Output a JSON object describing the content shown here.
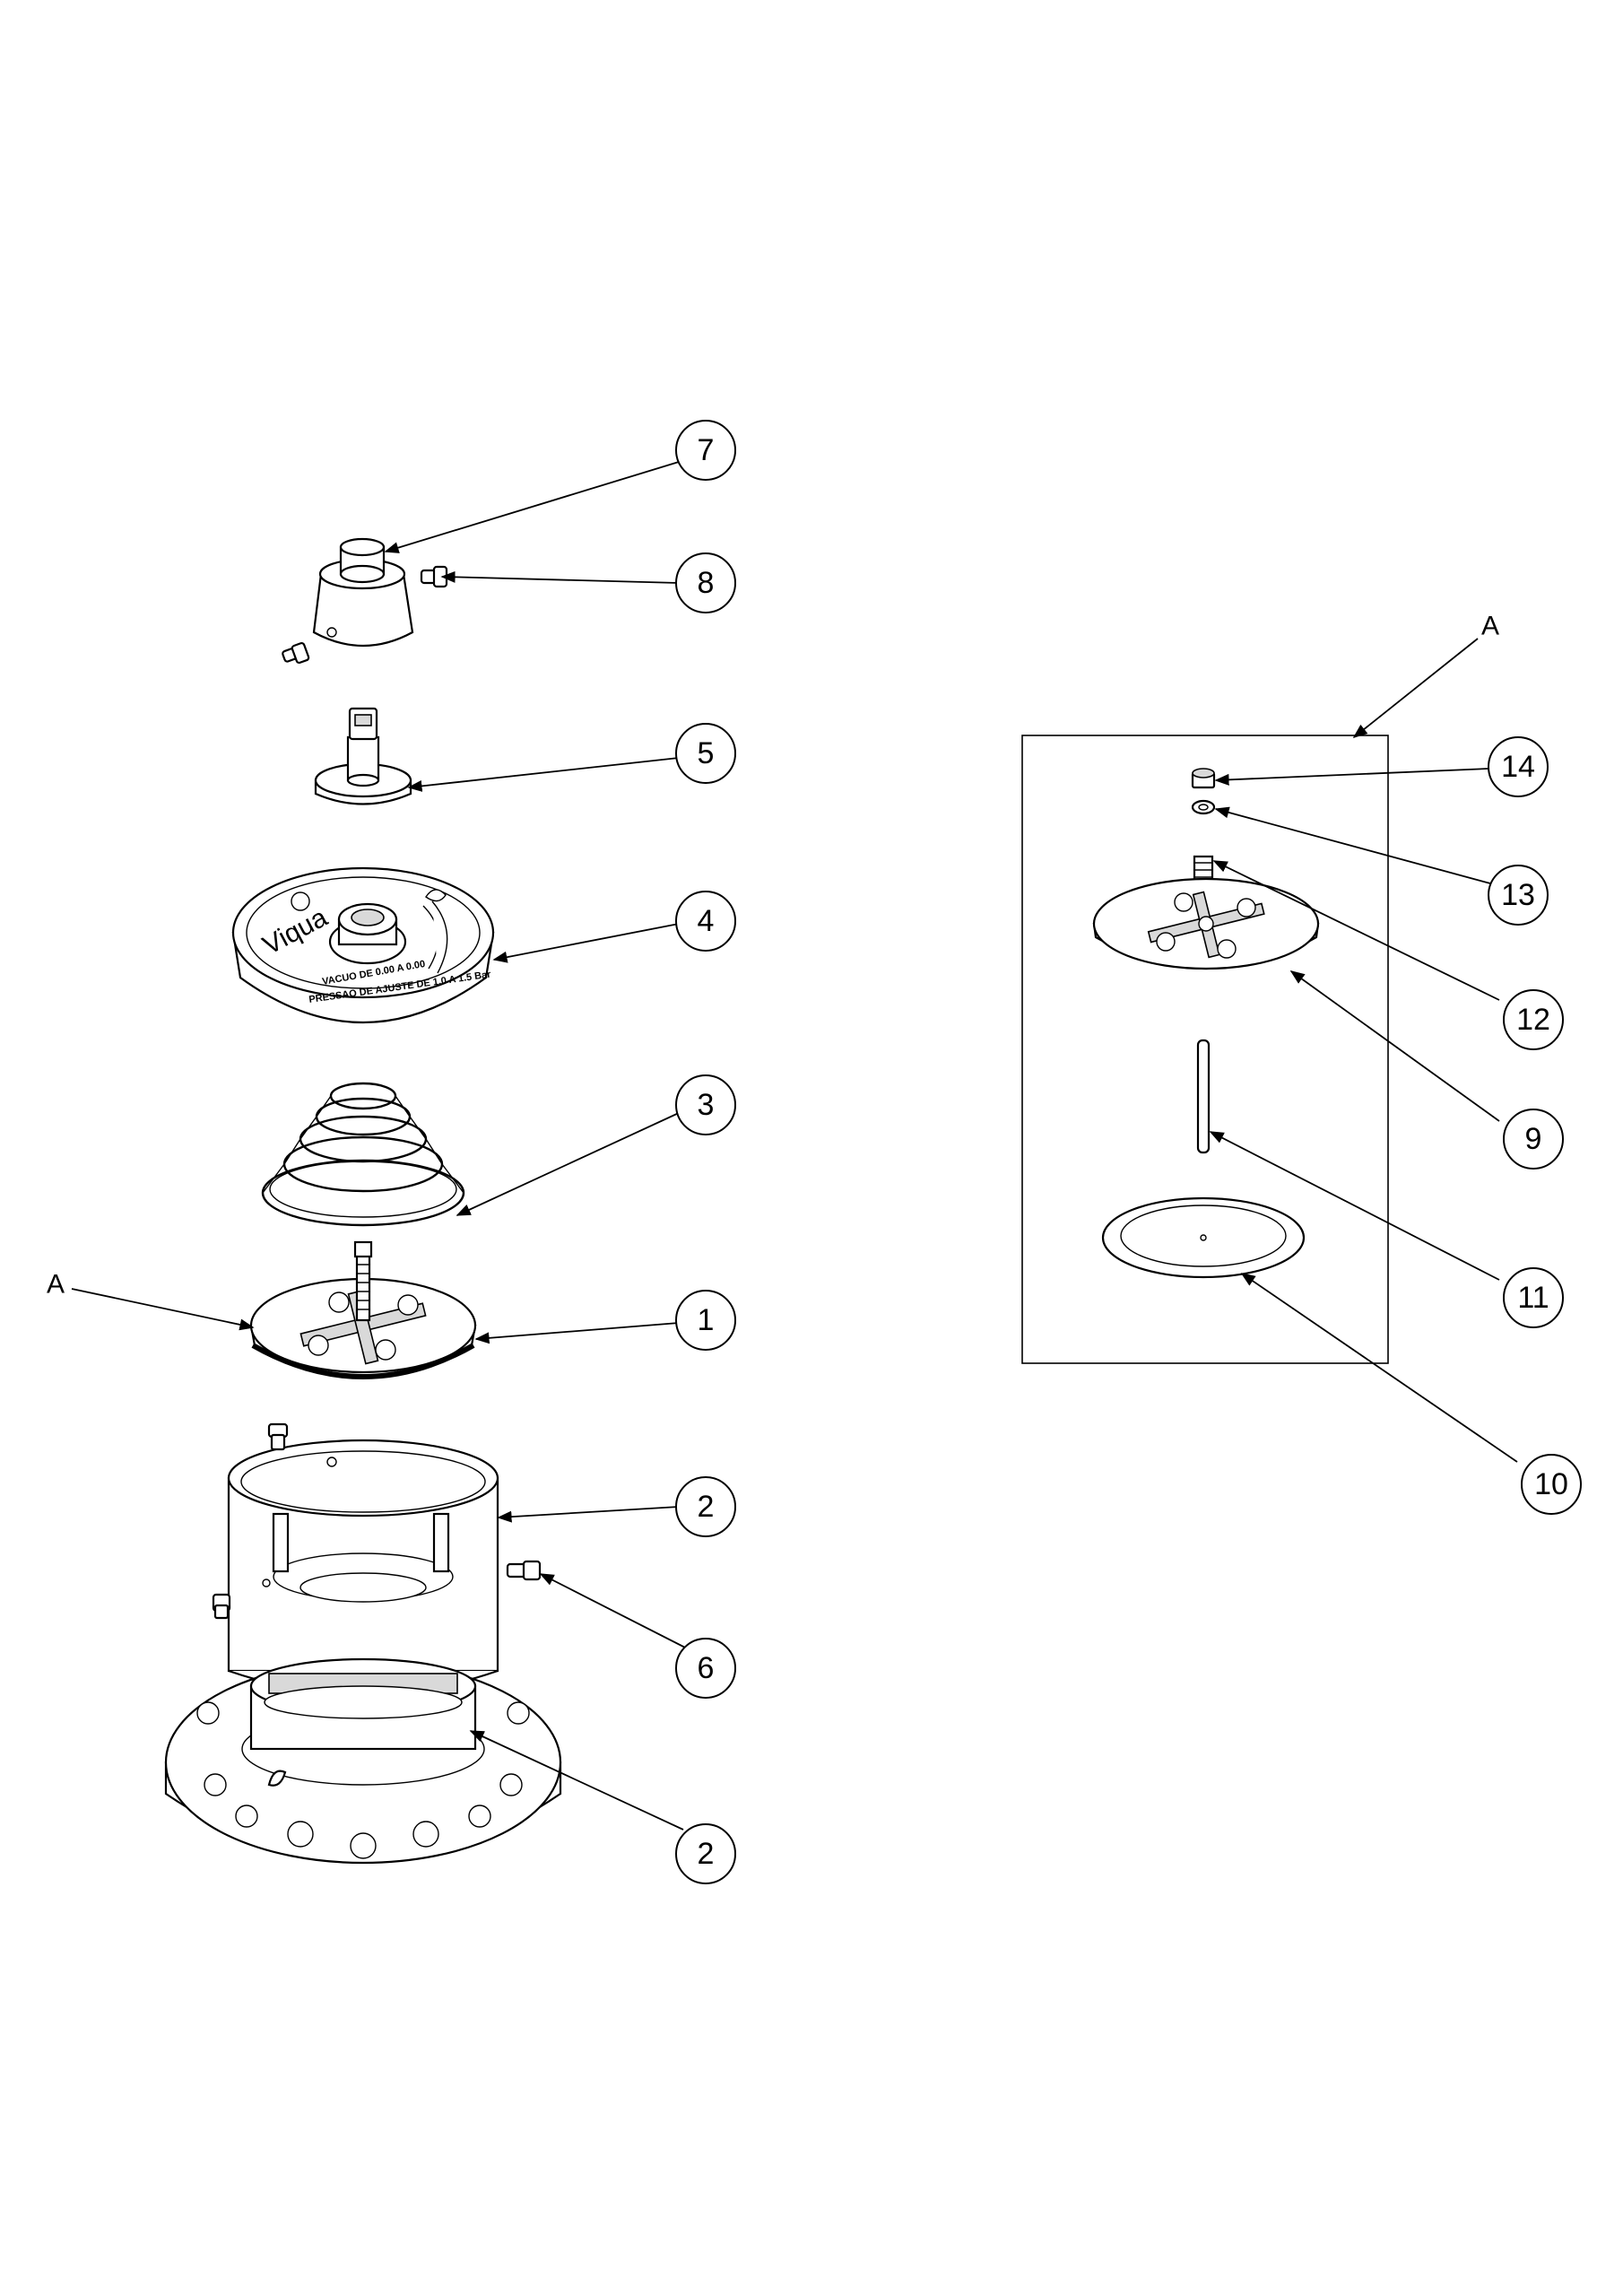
{
  "drawing": {
    "detail_letter": "A",
    "detail_box_letter": "A",
    "brand_text": "Viqua",
    "engraving_line_1": "VACUO DE 0.00 A 0.00",
    "engraving_line_2": "PRESSAO DE AJUSTE DE 1.0 A 1.5 Bar"
  },
  "callouts": [
    {
      "id": "c7",
      "label": "7"
    },
    {
      "id": "c8",
      "label": "8"
    },
    {
      "id": "c5",
      "label": "5"
    },
    {
      "id": "c4",
      "label": "4"
    },
    {
      "id": "c3",
      "label": "3"
    },
    {
      "id": "c1",
      "label": "1"
    },
    {
      "id": "c2a",
      "label": "2"
    },
    {
      "id": "c6",
      "label": "6"
    },
    {
      "id": "c2b",
      "label": "2"
    },
    {
      "id": "c14",
      "label": "14"
    },
    {
      "id": "c13",
      "label": "13"
    },
    {
      "id": "c12",
      "label": "12"
    },
    {
      "id": "c9",
      "label": "9"
    },
    {
      "id": "c11",
      "label": "11"
    },
    {
      "id": "c10",
      "label": "10"
    }
  ]
}
